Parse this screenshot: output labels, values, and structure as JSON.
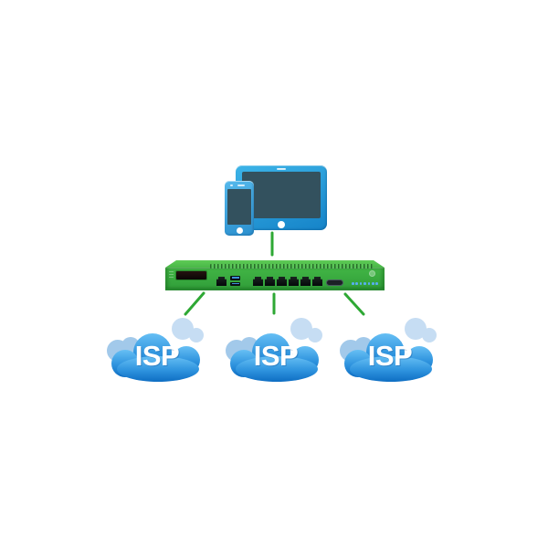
{
  "clouds": [
    {
      "label": "ISP"
    },
    {
      "label": "ISP"
    },
    {
      "label": "ISP"
    }
  ],
  "router": {
    "lan_port_count": 6,
    "wan_port_count": 1,
    "usb_port_count": 2,
    "led_count": 7
  },
  "colors": {
    "background": "#ffffff",
    "line_green": "#2ea834",
    "router_front_a": "#42b645",
    "router_front_b": "#319e3a",
    "router_top_a": "#5ecb56",
    "router_top_b": "#49b747",
    "router_edge": "#27882f",
    "screen_dark": "#33515e",
    "tablet_frame_a": "#3cb4e8",
    "tablet_frame_b": "#1583c8",
    "phone_frame_a": "#55b9ec",
    "phone_frame_b": "#2b90cf",
    "usb_tongue": "#3f8fd6",
    "led_blue": "#58aef0",
    "cloud_top": "#66bff4",
    "cloud_mid": "#2e93de",
    "cloud_bottom": "#0e6ec3",
    "cloud_puff_light": "#c6ddf3",
    "cloud_puff_mid": "#a2c9ea",
    "label_color": "#ffffff"
  }
}
